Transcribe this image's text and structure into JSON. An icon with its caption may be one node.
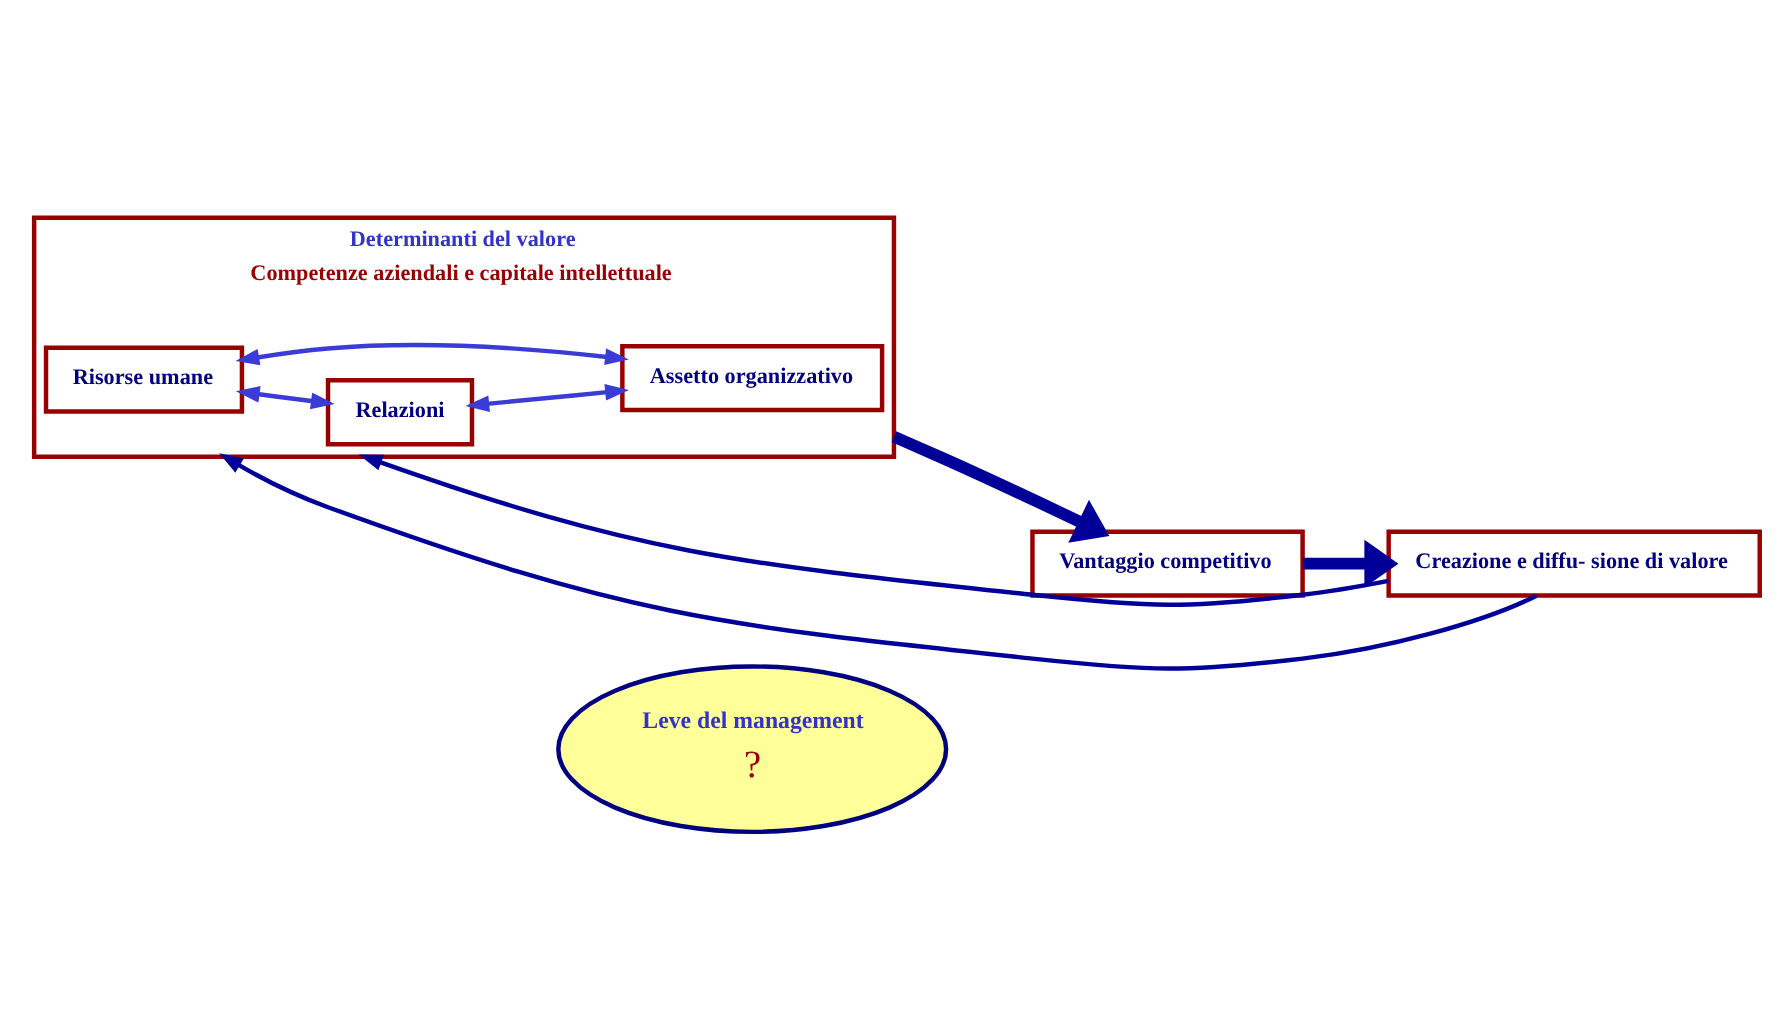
{
  "diagram": {
    "nodes": [
      {
        "text": [
          "Determinanti del valore",
          "Competenze aziendali e capitale intellettuale"
        ]
      },
      {
        "text": [
          "Risorse umane"
        ],
        "in": 0
      },
      {
        "text": [
          "Relazioni"
        ],
        "in": 0
      },
      {
        "text": [
          "Assetto organizzativo"
        ],
        "in": 0
      },
      {
        "text": [
          "Leve del management",
          "?"
        ]
      },
      {
        "text": [
          "Vantaggio competitivo"
        ]
      },
      {
        "text": [
          "Creazione e diffu- sione di valore"
        ]
      }
    ],
    "edges": [
      {
        "from": 1,
        "to": 2,
        "arrow": "both",
        "color": "#3b3bd6"
      },
      {
        "from": 1,
        "to": 3,
        "arrow": "both",
        "color": "#3b3bd6"
      },
      {
        "from": 2,
        "to": 3,
        "arrow": "both",
        "color": "#3b3bd6"
      },
      {
        "from": 0,
        "to": 5,
        "arrow": "to",
        "style": "thick"
      },
      {
        "from": 5,
        "to": 6,
        "arrow": "to",
        "style": "thick"
      },
      {
        "from": 6,
        "to": 0,
        "arrow": "to"
      },
      {
        "from": 6,
        "to": 0,
        "arrow": "to"
      }
    ]
  }
}
